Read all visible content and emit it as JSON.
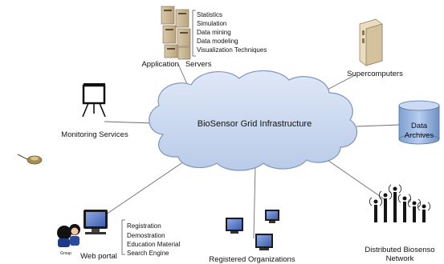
{
  "center": {
    "label": "BioSensor Grid Infrastructure"
  },
  "nodes": {
    "application_servers": {
      "label": "Application   Servers",
      "services": [
        "Statistics",
        "Simulation",
        "Data mining",
        "Data modeling",
        "Visualization Techniques"
      ]
    },
    "supercomputers": {
      "label": "Supercomputers"
    },
    "data_archives": {
      "label_line1": "Data",
      "label_line2": "Archives"
    },
    "monitoring_services": {
      "label": "Monitoring Services"
    },
    "web_portal": {
      "label": "Web portal",
      "user_tag": "Group",
      "services": [
        "Registration",
        "Demostration",
        "Education Material",
        "Search Engine"
      ]
    },
    "registered_organizations": {
      "label": "Registered Organizations"
    },
    "biosensor_network": {
      "label_line1": "Distributed Biosenso",
      "label_line2": "Network"
    }
  },
  "colors": {
    "cloud_fill": "#c9d7ee",
    "cloud_stroke": "#7f95bd",
    "connector": "#6e6e6e"
  }
}
